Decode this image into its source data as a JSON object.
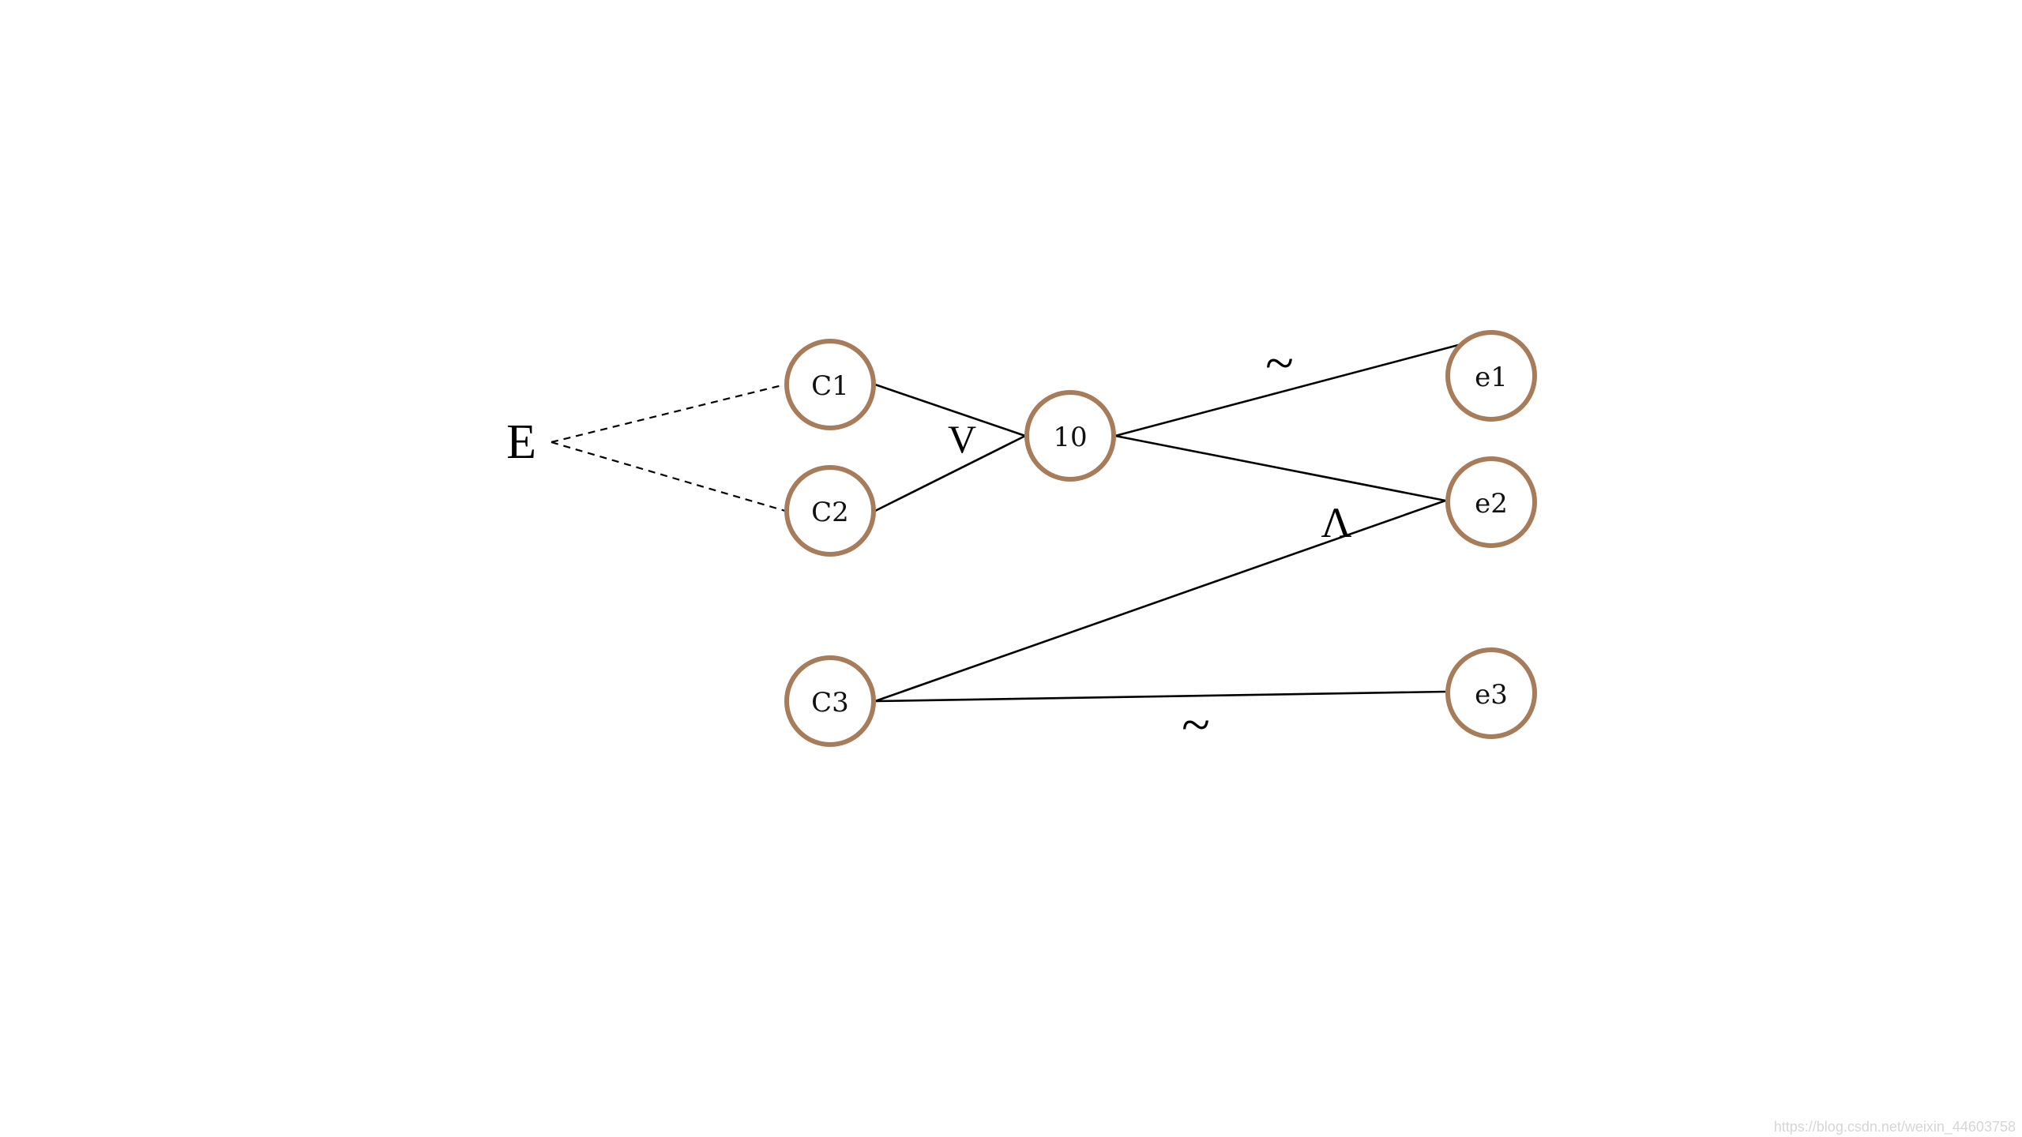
{
  "diagram": {
    "colors": {
      "node_border": "#a67c5b",
      "edge": "#000000",
      "text": "#111111",
      "watermark": "#d6d6d6"
    },
    "root_label": "E",
    "nodes": [
      {
        "id": "c1",
        "label": "C1"
      },
      {
        "id": "c2",
        "label": "C2"
      },
      {
        "id": "c3",
        "label": "C3"
      },
      {
        "id": "n10",
        "label": "10"
      },
      {
        "id": "e1",
        "label": "e1"
      },
      {
        "id": "e2",
        "label": "e2"
      },
      {
        "id": "e3",
        "label": "e3"
      }
    ],
    "edges": [
      {
        "from": "E",
        "to": "c1",
        "style": "dashed"
      },
      {
        "from": "E",
        "to": "c2",
        "style": "dashed"
      },
      {
        "from": "c1",
        "to": "n10",
        "style": "solid"
      },
      {
        "from": "c2",
        "to": "n10",
        "style": "solid"
      },
      {
        "from": "n10",
        "to": "e1",
        "style": "solid"
      },
      {
        "from": "n10",
        "to": "e2",
        "style": "solid"
      },
      {
        "from": "c3",
        "to": "e2",
        "style": "solid"
      },
      {
        "from": "c3",
        "to": "e3",
        "style": "solid"
      }
    ],
    "operators": {
      "or_symbol": "V",
      "tilde_upper": "~",
      "and_symbol": "Λ",
      "tilde_lower": "~"
    },
    "watermark": "https://blog.csdn.net/weixin_44603758"
  }
}
